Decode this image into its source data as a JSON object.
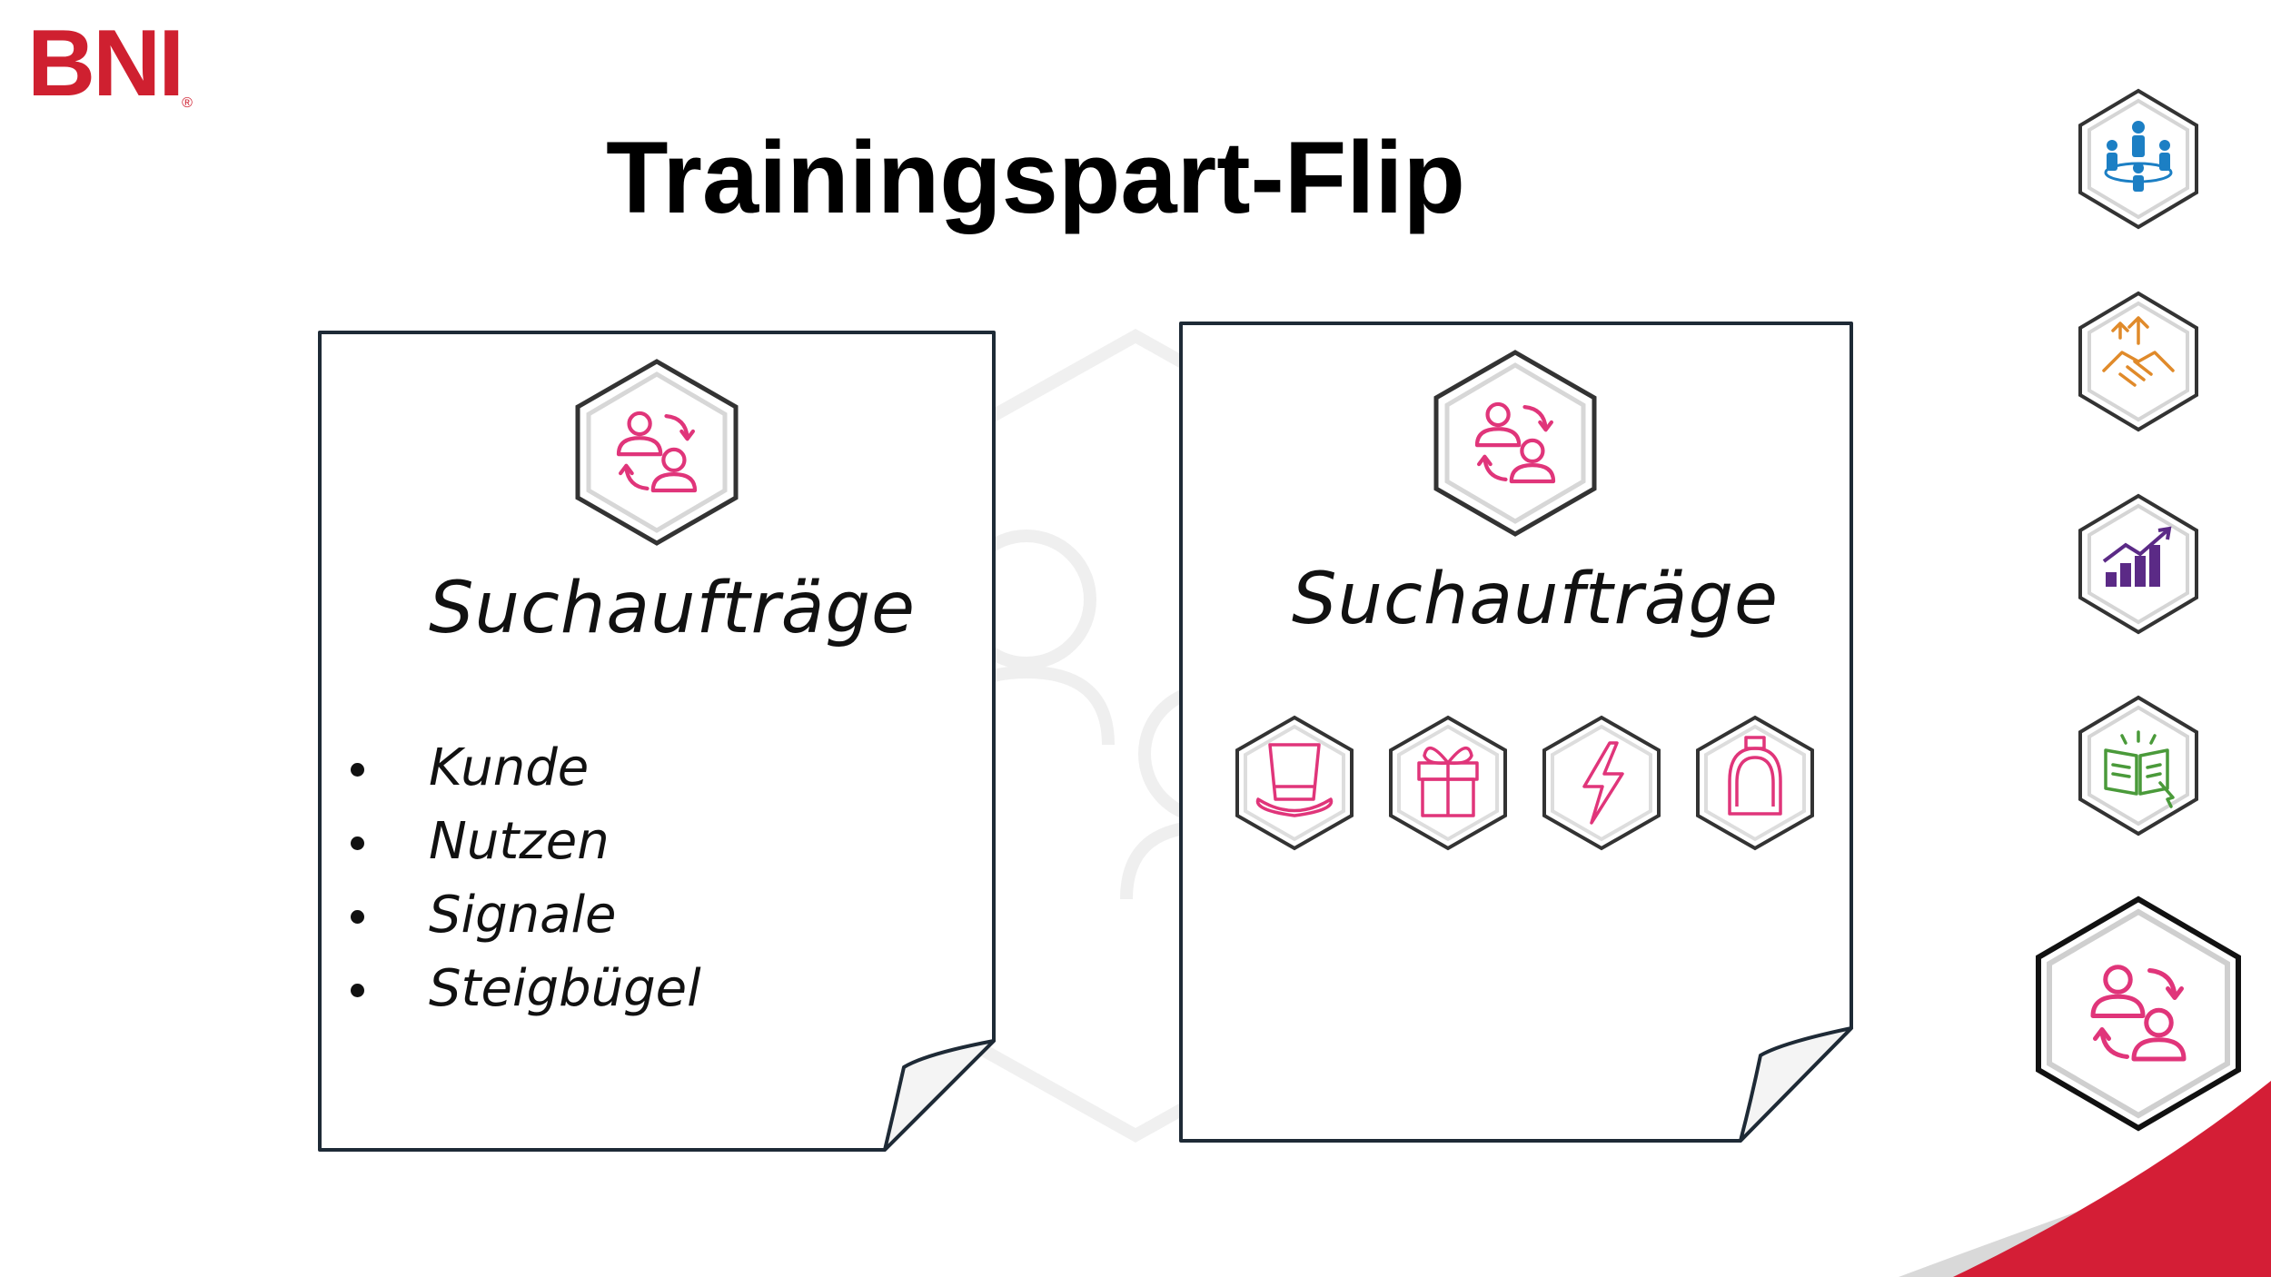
{
  "brand": {
    "logo_text": "BNI",
    "logo_reg": "®",
    "color": "#cf2030"
  },
  "slide": {
    "title": "Trainingspart-Flip"
  },
  "cards": [
    {
      "title": "Suchaufträge",
      "icon": "referral-exchange-icon",
      "bullets": [
        "Kunde",
        "Nutzen",
        "Signale",
        "Steigbügel"
      ]
    },
    {
      "title": "Suchaufträge",
      "icon": "referral-exchange-icon",
      "sub_icons": [
        "top-hat-icon",
        "gift-icon",
        "lightning-icon",
        "stirrup-icon"
      ]
    }
  ],
  "side_nav": [
    {
      "icon": "network-people-icon",
      "color": "#1c7fc4"
    },
    {
      "icon": "handshake-icon",
      "color": "#e08a2a"
    },
    {
      "icon": "growth-chart-icon",
      "color": "#5b2a86"
    },
    {
      "icon": "open-book-icon",
      "color": "#4a9a3a"
    },
    {
      "icon": "referral-exchange-icon",
      "color": "#e0357a",
      "active": true
    }
  ],
  "colors": {
    "accent_pink": "#e0357a",
    "hex_border": "#333333",
    "red_swoosh": "#d41e36"
  }
}
